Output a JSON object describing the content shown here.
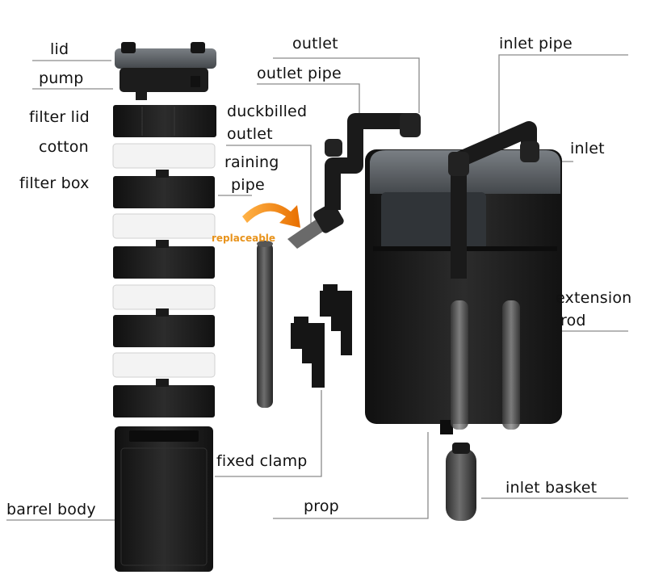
{
  "labels": {
    "lid": "lid",
    "pump": "pump",
    "filter_lid": "filter lid",
    "cotton": "cotton",
    "filter_box": "filter box",
    "barrel_body": "barrel body",
    "outlet": "outlet",
    "outlet_pipe": "outlet pipe",
    "duckbilled_line1": "duckbilled",
    "duckbilled_line2": "outlet",
    "raining_line1": "raining",
    "raining_line2": "pipe",
    "replaceable": "replaceable",
    "fixed_clamp": "fixed clamp",
    "prop": "prop",
    "inlet_pipe": "inlet pipe",
    "inlet": "inlet",
    "extension_line1": "extension",
    "extension_line2": "rod",
    "inlet_basket": "inlet basket"
  },
  "colors": {
    "part_dark": "#1b1b1b",
    "part_mid": "#2a2a2a",
    "lid_grey": "#5b5f63",
    "cotton_white": "#f2f2f2",
    "leader_line": "#8a8a8a",
    "arrow_orange": "#f08a12"
  }
}
